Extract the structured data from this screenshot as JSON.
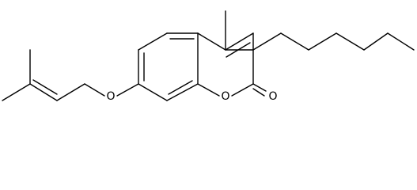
{
  "molecule": {
    "atom_labels": {
      "ether_oxygen": "O",
      "ring_oxygen": "O",
      "carbonyl_oxygen": "O"
    }
  }
}
